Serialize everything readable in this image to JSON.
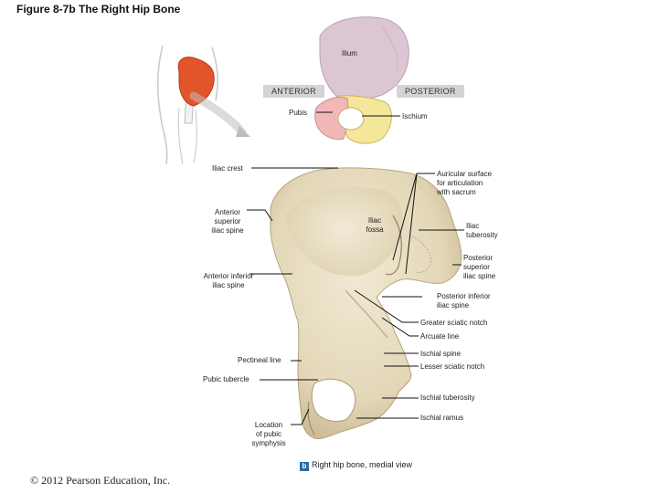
{
  "figure": {
    "title": "Figure 8-7b  The Right Hip Bone",
    "copyright": "© 2012 Pearson Education, Inc."
  },
  "inset": {
    "ilium": "Ilium",
    "anterior": "ANTERIOR",
    "posterior": "POSTERIOR",
    "pubis": "Pubis",
    "ischium": "Ischium"
  },
  "labels": {
    "iliac_crest": "Iliac crest",
    "auricular_surface": "Auricular surface\nfor articulation\nwith sacrum",
    "anterior_superior_iliac_spine": "Anterior\nsuperior\niliac spine",
    "iliac_fossa": "Iliac\nfossa",
    "iliac_tuberosity": "Iliac\ntuberosity",
    "posterior_superior_iliac_spine": "Posterior\nsuperior\niliac spine",
    "anterior_inferior_iliac_spine": "Anterior inferior\niliac spine",
    "posterior_inferior_iliac_spine": "Posterior inferior\niliac spine",
    "greater_sciatic_notch": "Greater sciatic notch",
    "arcuate_line": "Arcuate line",
    "ischial_spine": "Ischial spine",
    "pectineal_line": "Pectineal line",
    "lesser_sciatic_notch": "Lesser sciatic notch",
    "pubic_tubercle": "Pubic tubercle",
    "ischial_tuberosity": "Ischial tuberosity",
    "ischial_ramus": "Ischial ramus",
    "location_of_pubic_symphysis": "Location\nof pubic\nsymphysis"
  },
  "caption": {
    "badge": "b",
    "text": "Right hip bone, medial view"
  },
  "colors": {
    "bone": "#e6dcc2",
    "ilium_inset": "#ddc6d4",
    "ischium_inset": "#f4e79a",
    "pubis_inset": "#f2b8b8",
    "hip_highlight": "#e2552a",
    "leader": "#111111"
  }
}
